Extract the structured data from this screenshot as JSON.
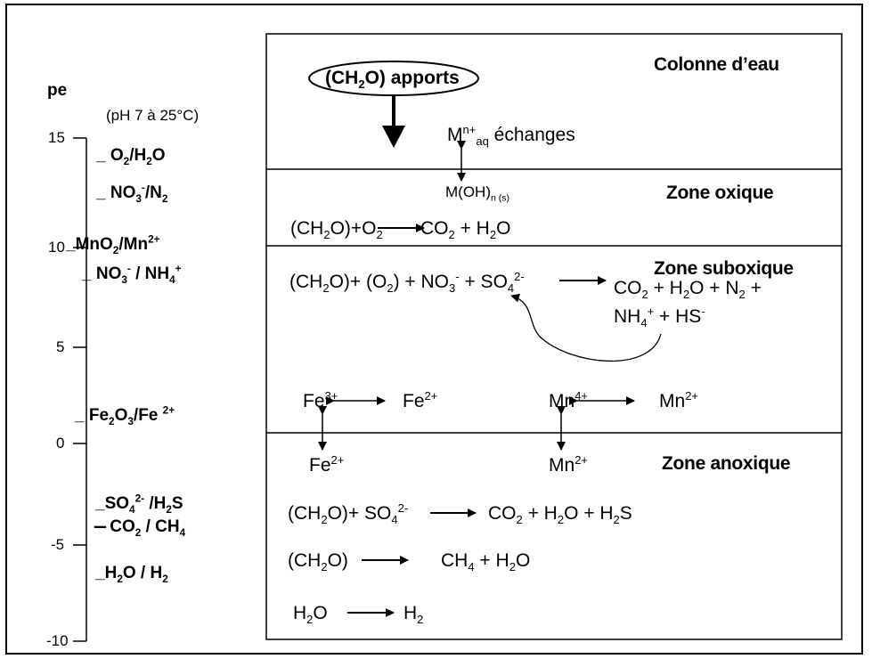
{
  "axis": {
    "title": "pe",
    "condition": "(pH 7 à 25°C)",
    "ticks": [
      "15",
      "10",
      "5",
      "0",
      "-5",
      "-10"
    ]
  },
  "couples": {
    "o2": {
      "a": "O",
      "b": "2",
      "c": "/H",
      "d": "2",
      "e": "O"
    },
    "no3_n2": {
      "a": "NO",
      "b": "3",
      "c": "-",
      "d": "/N",
      "e": "2"
    },
    "mno2": {
      "a": "MnO",
      "b": "2",
      "c": "/Mn",
      "d": "2+"
    },
    "no3_nh4": {
      "a": "NO",
      "b": "3",
      "c": "-",
      "d": " / NH",
      "e": "4",
      "f": "+"
    },
    "fe2o3": {
      "a": "Fe",
      "b": "2",
      "c": "O",
      "d": "3",
      "e": "/Fe ",
      "f": "2+"
    },
    "so4_h2s": {
      "a": "SO",
      "b": "4",
      "c": "2-",
      "d": " /H",
      "e": "2",
      "f": "S"
    },
    "co2_ch4": {
      "a": "CO",
      "b": "2",
      "c": " / CH",
      "d": "4"
    },
    "h2o_h2": {
      "a": "H",
      "b": "2",
      "c": "O / H",
      "d": "2"
    }
  },
  "zones": {
    "water": "Colonne d’eau",
    "oxic": "Zone oxique",
    "suboxic": "Zone suboxique",
    "anoxic": "Zone anoxique"
  },
  "inputs": {
    "a": "(CH",
    "b": "2",
    "c": "O) apports"
  },
  "exchange": {
    "a": "M",
    "b": "n+",
    "c": "aq",
    "d": " échanges"
  },
  "moh": {
    "a": "M(OH)",
    "b": "n (s)"
  },
  "reactions": {
    "oxic": {
      "a": "(CH",
      "b": "2",
      "c": "O)+O",
      "d": "2",
      "e": " CO",
      "f": "2",
      "g": " + H",
      "h": "2",
      "i": "O"
    },
    "suboxic": {
      "a": "(CH",
      "b": "2",
      "c": "O)+ (O",
      "d": "2",
      "e": ") + NO",
      "f": "3",
      "g": "-",
      "h": " + SO",
      "i": "4",
      "j": "2-"
    },
    "suboxic_products": {
      "a": "CO",
      "b": "2",
      "c": " + H",
      "d": "2",
      "e": "O + N",
      "f": "2",
      "g": " +"
    },
    "suboxic_products2": {
      "a": "NH",
      "b": "4",
      "c": "+",
      "d": " + HS",
      "e": "-"
    },
    "fe3": {
      "a": "Fe",
      "b": "3+"
    },
    "fe2a": {
      "a": "Fe",
      "b": "2+"
    },
    "mn4": {
      "a": "Mn",
      "b": "4+"
    },
    "mn2a": {
      "a": "Mn",
      "b": "2+"
    },
    "fe2b": {
      "a": "Fe",
      "b": "2+"
    },
    "mn2b": {
      "a": "Mn",
      "b": "2+"
    },
    "sulfate": {
      "a": "(CH",
      "b": "2",
      "c": "O)+ SO",
      "d": "4",
      "e": "2-"
    },
    "sulfate_products": {
      "a": "CO",
      "b": "2",
      "c": " + H",
      "d": "2",
      "e": "O + H",
      "f": "2",
      "g": "S"
    },
    "methane_left": {
      "a": "(CH",
      "b": "2",
      "c": "O)"
    },
    "methane_products": {
      "a": "CH",
      "b": "4",
      "c": " + H",
      "d": "2",
      "e": "O"
    },
    "hydrogen_left": {
      "a": "H",
      "b": "2",
      "c": "O"
    },
    "hydrogen_right": {
      "a": "H",
      "b": "2"
    }
  }
}
